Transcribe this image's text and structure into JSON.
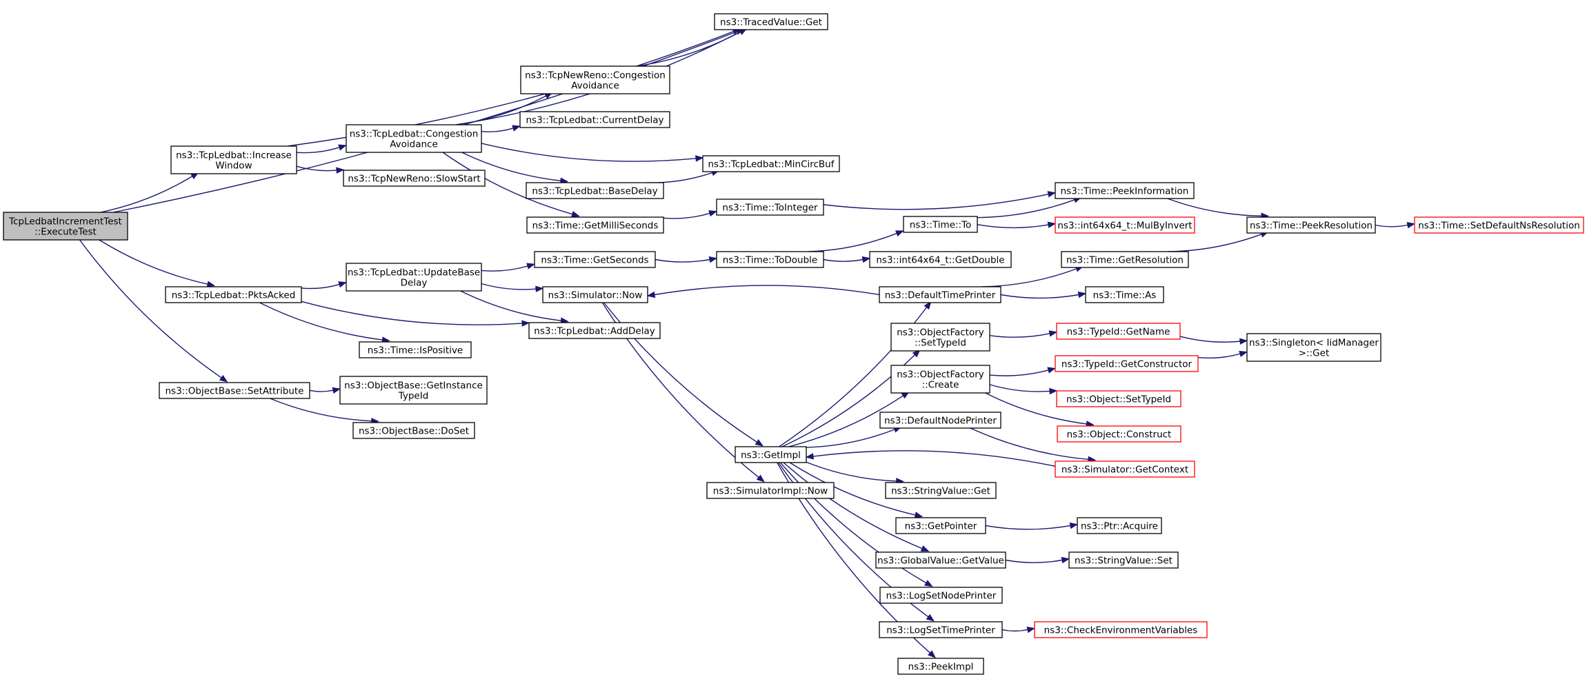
{
  "colors": {
    "edge": "#191970",
    "node_border": "#000000",
    "truncated_border": "#ff0000",
    "root_fill": "#bfbfbf",
    "node_fill": "#ffffff"
  },
  "nodes": [
    {
      "id": "root",
      "label": [
        "TcpLedbatIncrementTest",
        "::ExecuteTest"
      ],
      "kind": "root"
    },
    {
      "id": "incwin",
      "label": [
        "ns3::TcpLedbat::Increase",
        "Window"
      ]
    },
    {
      "id": "pktsacked",
      "label": [
        "ns3::TcpLedbat::PktsAcked"
      ]
    },
    {
      "id": "setattr",
      "label": [
        "ns3::ObjectBase::SetAttribute"
      ]
    },
    {
      "id": "tracedget",
      "label": [
        "ns3::TracedValue::Get"
      ]
    },
    {
      "id": "ledbatca",
      "label": [
        "ns3::TcpLedbat::Congestion",
        "Avoidance"
      ]
    },
    {
      "id": "newrenoss",
      "label": [
        "ns3::TcpNewReno::SlowStart"
      ]
    },
    {
      "id": "newrenoca",
      "label": [
        "ns3::TcpNewReno::Congestion",
        "Avoidance"
      ]
    },
    {
      "id": "curdelay",
      "label": [
        "ns3::TcpLedbat::CurrentDelay"
      ]
    },
    {
      "id": "mincirc",
      "label": [
        "ns3::TcpLedbat::MinCircBuf"
      ]
    },
    {
      "id": "basedelay",
      "label": [
        "ns3::TcpLedbat::BaseDelay"
      ]
    },
    {
      "id": "getms",
      "label": [
        "ns3::Time::GetMilliSeconds"
      ]
    },
    {
      "id": "toint",
      "label": [
        "ns3::Time::ToInteger"
      ]
    },
    {
      "id": "peekinfo",
      "label": [
        "ns3::Time::PeekInformation"
      ]
    },
    {
      "id": "timeto",
      "label": [
        "ns3::Time::To"
      ]
    },
    {
      "id": "mulbyinv",
      "label": [
        "ns3::int64x64_t::MulByInvert"
      ],
      "kind": "truncated"
    },
    {
      "id": "peekres",
      "label": [
        "ns3::Time::PeekResolution"
      ]
    },
    {
      "id": "setdefns",
      "label": [
        "ns3::Time::SetDefaultNsResolution"
      ],
      "kind": "truncated"
    },
    {
      "id": "updbase",
      "label": [
        "ns3::TcpLedbat::UpdateBase",
        "Delay"
      ]
    },
    {
      "id": "getsec",
      "label": [
        "ns3::Time::GetSeconds"
      ]
    },
    {
      "id": "todouble",
      "label": [
        "ns3::Time::ToDouble"
      ]
    },
    {
      "id": "getdouble",
      "label": [
        "ns3::int64x64_t::GetDouble"
      ]
    },
    {
      "id": "simnow",
      "label": [
        "ns3::Simulator::Now"
      ]
    },
    {
      "id": "adddelay",
      "label": [
        "ns3::TcpLedbat::AddDelay"
      ]
    },
    {
      "id": "ispos",
      "label": [
        "ns3::Time::IsPositive"
      ]
    },
    {
      "id": "getinst",
      "label": [
        "ns3::ObjectBase::GetInstance",
        "TypeId"
      ]
    },
    {
      "id": "doset",
      "label": [
        "ns3::ObjectBase::DoSet"
      ]
    },
    {
      "id": "getres",
      "label": [
        "ns3::Time::GetResolution"
      ]
    },
    {
      "id": "deftimepr",
      "label": [
        "ns3::DefaultTimePrinter"
      ]
    },
    {
      "id": "timeas",
      "label": [
        "ns3::Time::As"
      ]
    },
    {
      "id": "ofsettype",
      "label": [
        "ns3::ObjectFactory",
        "::SetTypeId"
      ]
    },
    {
      "id": "typegetname",
      "label": [
        "ns3::TypeId::GetName"
      ],
      "kind": "truncated"
    },
    {
      "id": "singleton",
      "label": [
        "ns3::Singleton< IidManager",
        " >::Get"
      ]
    },
    {
      "id": "typegetctor",
      "label": [
        "ns3::TypeId::GetConstructor"
      ],
      "kind": "truncated"
    },
    {
      "id": "ofcreate",
      "label": [
        "ns3::ObjectFactory",
        "::Create"
      ]
    },
    {
      "id": "objsettype",
      "label": [
        "ns3::Object::SetTypeId"
      ],
      "kind": "truncated"
    },
    {
      "id": "objconstruct",
      "label": [
        "ns3::Object::Construct"
      ],
      "kind": "truncated"
    },
    {
      "id": "defnodepr",
      "label": [
        "ns3::DefaultNodePrinter"
      ]
    },
    {
      "id": "getimpl",
      "label": [
        "ns3::GetImpl"
      ]
    },
    {
      "id": "simgetctx",
      "label": [
        "ns3::Simulator::GetContext"
      ],
      "kind": "truncated"
    },
    {
      "id": "simimplnow",
      "label": [
        "ns3::SimulatorImpl::Now"
      ]
    },
    {
      "id": "strget",
      "label": [
        "ns3::StringValue::Get"
      ]
    },
    {
      "id": "getpointer",
      "label": [
        "ns3::GetPointer"
      ]
    },
    {
      "id": "ptracquire",
      "label": [
        "ns3::Ptr::Acquire"
      ]
    },
    {
      "id": "gvgetvalue",
      "label": [
        "ns3::GlobalValue::GetValue"
      ]
    },
    {
      "id": "strset",
      "label": [
        "ns3::StringValue::Set"
      ]
    },
    {
      "id": "logsetnode",
      "label": [
        "ns3::LogSetNodePrinter"
      ]
    },
    {
      "id": "logsettime",
      "label": [
        "ns3::LogSetTimePrinter"
      ]
    },
    {
      "id": "checkenv",
      "label": [
        "ns3::CheckEnvironmentVariables"
      ],
      "kind": "truncated"
    },
    {
      "id": "peekimpl",
      "label": [
        "ns3::PeekImpl"
      ]
    }
  ],
  "edges": [
    [
      "root",
      "incwin"
    ],
    [
      "root",
      "pktsacked"
    ],
    [
      "root",
      "setattr"
    ],
    [
      "root",
      "tracedget"
    ],
    [
      "incwin",
      "tracedget"
    ],
    [
      "incwin",
      "ledbatca"
    ],
    [
      "incwin",
      "newrenoss"
    ],
    [
      "ledbatca",
      "tracedget"
    ],
    [
      "ledbatca",
      "newrenoca"
    ],
    [
      "ledbatca",
      "curdelay"
    ],
    [
      "ledbatca",
      "mincirc"
    ],
    [
      "ledbatca",
      "basedelay"
    ],
    [
      "ledbatca",
      "getms"
    ],
    [
      "newrenoca",
      "tracedget"
    ],
    [
      "basedelay",
      "mincirc"
    ],
    [
      "getms",
      "toint"
    ],
    [
      "toint",
      "peekinfo"
    ],
    [
      "timeto",
      "peekinfo"
    ],
    [
      "timeto",
      "mulbyinv"
    ],
    [
      "peekinfo",
      "peekres"
    ],
    [
      "peekres",
      "setdefns"
    ],
    [
      "getres",
      "peekres"
    ],
    [
      "pktsacked",
      "updbase"
    ],
    [
      "pktsacked",
      "adddelay"
    ],
    [
      "pktsacked",
      "ispos"
    ],
    [
      "updbase",
      "getsec"
    ],
    [
      "updbase",
      "simnow"
    ],
    [
      "updbase",
      "adddelay"
    ],
    [
      "getsec",
      "todouble"
    ],
    [
      "todouble",
      "timeto"
    ],
    [
      "todouble",
      "getdouble"
    ],
    [
      "simnow",
      "getimpl"
    ],
    [
      "simnow",
      "simimplnow"
    ],
    [
      "deftimepr",
      "simnow"
    ],
    [
      "setattr",
      "getinst"
    ],
    [
      "setattr",
      "doset"
    ],
    [
      "deftimepr",
      "getres"
    ],
    [
      "deftimepr",
      "timeas"
    ],
    [
      "ofsettype",
      "typegetname"
    ],
    [
      "typegetname",
      "singleton"
    ],
    [
      "typegetctor",
      "singleton"
    ],
    [
      "ofcreate",
      "typegetctor"
    ],
    [
      "ofcreate",
      "objsettype"
    ],
    [
      "ofcreate",
      "objconstruct"
    ],
    [
      "defnodepr",
      "simgetctx"
    ],
    [
      "simgetctx",
      "getimpl"
    ],
    [
      "getimpl",
      "deftimepr"
    ],
    [
      "getimpl",
      "ofsettype"
    ],
    [
      "getimpl",
      "ofcreate"
    ],
    [
      "getimpl",
      "defnodepr"
    ],
    [
      "getimpl",
      "strget"
    ],
    [
      "getimpl",
      "getpointer"
    ],
    [
      "getimpl",
      "gvgetvalue"
    ],
    [
      "getimpl",
      "logsetnode"
    ],
    [
      "getimpl",
      "logsettime"
    ],
    [
      "getimpl",
      "peekimpl"
    ],
    [
      "getpointer",
      "ptracquire"
    ],
    [
      "gvgetvalue",
      "strset"
    ],
    [
      "logsettime",
      "checkenv"
    ]
  ]
}
